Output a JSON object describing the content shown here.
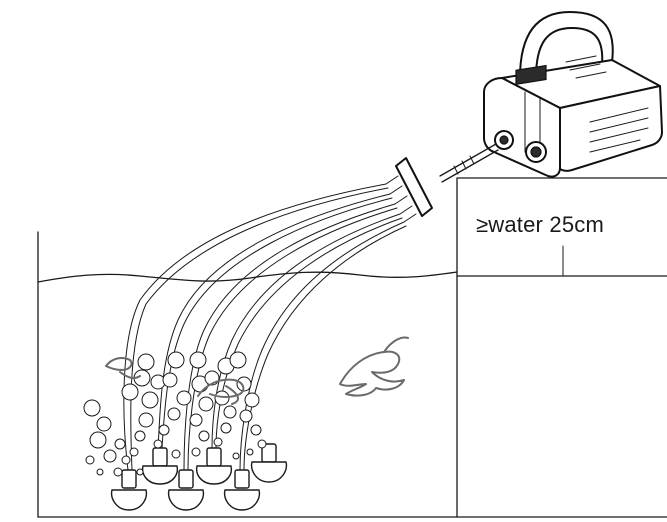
{
  "labels": {
    "water_depth": "≥water 25cm"
  },
  "icons": {
    "pump": "air-pump-icon",
    "fish": "fish-icon",
    "air_stone": "air-stone-icon",
    "manifold": "air-manifold-icon"
  },
  "counts": {
    "air_stones": 6,
    "air_tubes": 5
  },
  "colors": {
    "line": "#1a1a1a",
    "sketch": "#6a6a6a",
    "background": "#ffffff"
  }
}
